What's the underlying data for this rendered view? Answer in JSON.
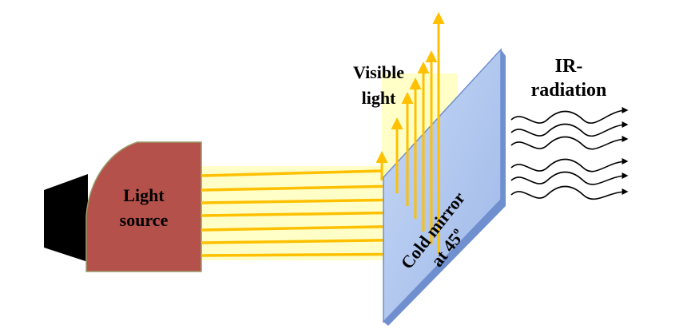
{
  "labels": {
    "source_line1": "Light",
    "source_line2": "source",
    "visible_line1": "Visible",
    "visible_line2": "light",
    "ir_line1": "IR-",
    "ir_line2": "radiation",
    "mirror_line1": "Cold mirror",
    "mirror_line2": "at 45",
    "mirror_degree": "o"
  },
  "colors": {
    "source_body": "#b5514b",
    "source_outline": "#9a9a6a",
    "nozzle": "#000000",
    "beam": "#ffc000",
    "beam_glow": "#ffff99",
    "mirror_face": "#b4cbef",
    "mirror_edge": "#6f8fcf",
    "ir_waves": "#000000"
  },
  "icons": [
    "light-source-icon",
    "nozzle-icon",
    "mirror-icon",
    "ir-wave-icon",
    "arrow-icon"
  ]
}
